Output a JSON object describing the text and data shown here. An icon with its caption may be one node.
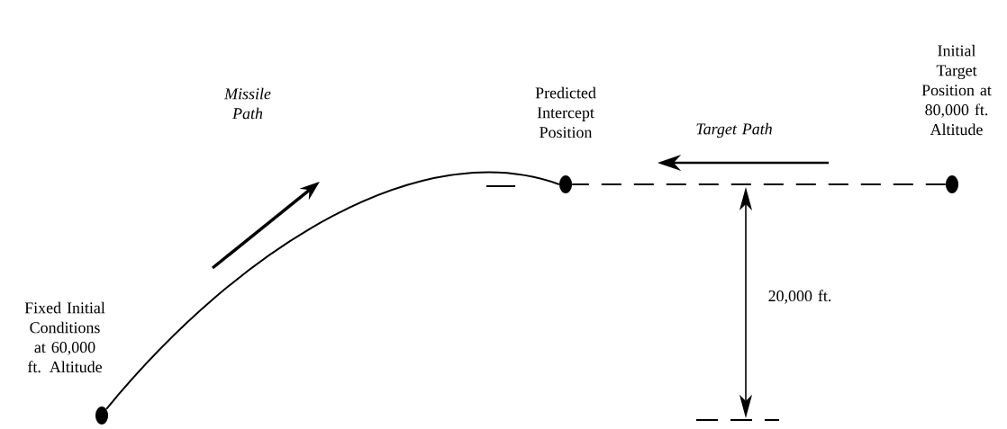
{
  "diagram": {
    "nodes": [
      {
        "text": [],
        "shape": "circle",
        "beside": [
          "Fixed Initial Conditions at 60,000 ft. Altitude"
        ]
      },
      {
        "text": [],
        "shape": "circle",
        "beside": [
          "Predicted Intercept Position"
        ]
      },
      {
        "text": [],
        "shape": "circle",
        "beside": [
          "Initial Target Position at 80,000 ft. Altitude"
        ]
      }
    ],
    "edges": [
      {
        "from": 0,
        "to": 1,
        "arrow": "none"
      },
      {
        "from": 2,
        "to": 1,
        "arrow": "none",
        "style": "dashed"
      }
    ],
    "labels": [
      "*Missile* *Path*",
      "*Target Path*",
      "20,000 ft."
    ]
  }
}
